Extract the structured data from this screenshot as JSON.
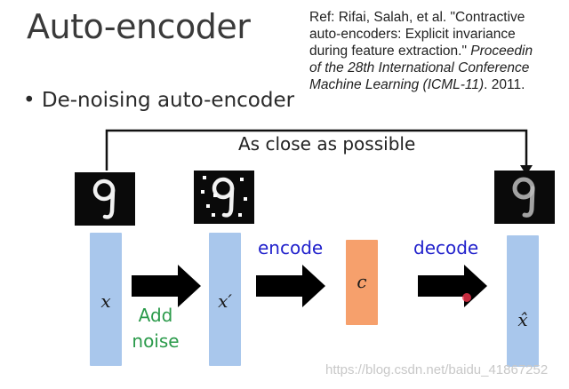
{
  "title": "Auto-encoder",
  "reference": {
    "line1": "Ref: Rifai, Salah, et al. \"Contractive",
    "line2": "auto-encoders: Explicit invariance",
    "line3": "during feature extraction.\"",
    "line3_italic": " Proceedin",
    "line4": "of the 28th International Conference",
    "line5": "Machine Learning (ICML-11)",
    "line5_tail": ". 2011."
  },
  "bullet": "• De-noising auto-encoder",
  "diagram": {
    "feedback_label": "As close as possible",
    "input_var": "x",
    "noisy_var": "x′",
    "code_var": "c",
    "output_var": "x̂",
    "noise_label_1": "Add",
    "noise_label_2": "noise",
    "encode_label": "encode",
    "decode_label": "decode",
    "colors": {
      "vector_blue": "#a9c7ec",
      "code_orange": "#f6a06c",
      "encode_text": "#2222cc",
      "noise_text": "#2a9a4a"
    },
    "digit_images": [
      "digit-9-clean",
      "digit-9-noisy",
      "digit-9-reconstructed"
    ]
  },
  "watermark": "https://blog.csdn.net/baidu_41867252"
}
